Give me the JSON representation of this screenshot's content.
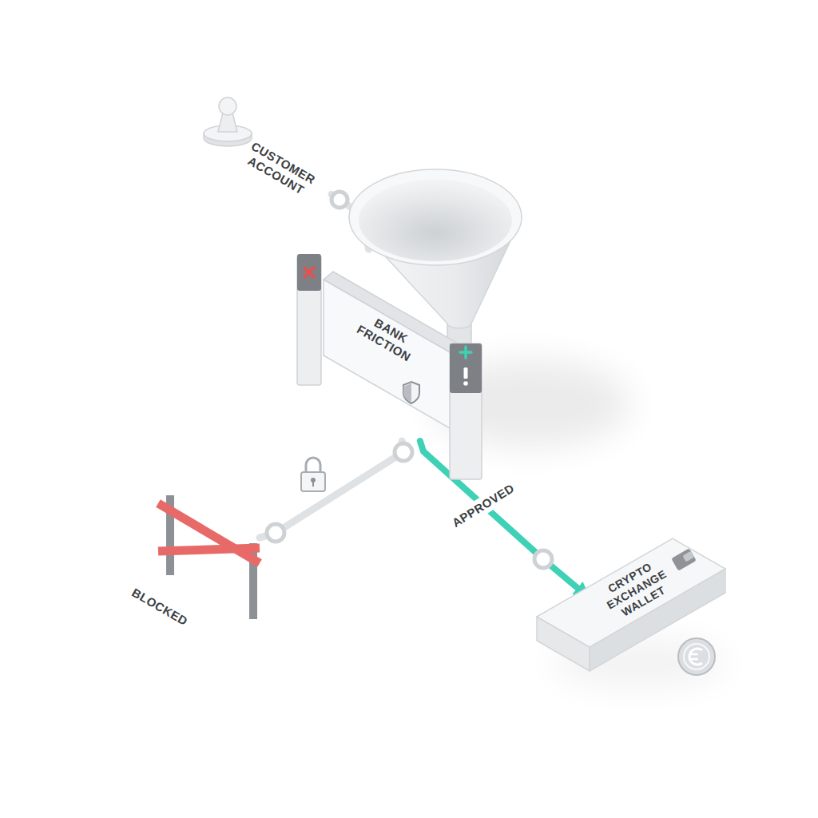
{
  "diagram": {
    "nodes": [
      {
        "text": [
          "CUSTOMER ACCOUNT"
        ]
      },
      {
        "text": [
          "BANK FRICTION"
        ]
      },
      {
        "text": [
          "BLOCKED"
        ]
      },
      {
        "text": [
          "CRYPTO EXCHANGE WALLET"
        ]
      }
    ],
    "edges": [
      {
        "from": 0,
        "to": 1,
        "arrow": "none"
      },
      {
        "from": 1,
        "to": 2,
        "arrow": "none"
      },
      {
        "from": 1,
        "to": 3,
        "label": "APPROVED",
        "arrow": "to"
      }
    ]
  }
}
